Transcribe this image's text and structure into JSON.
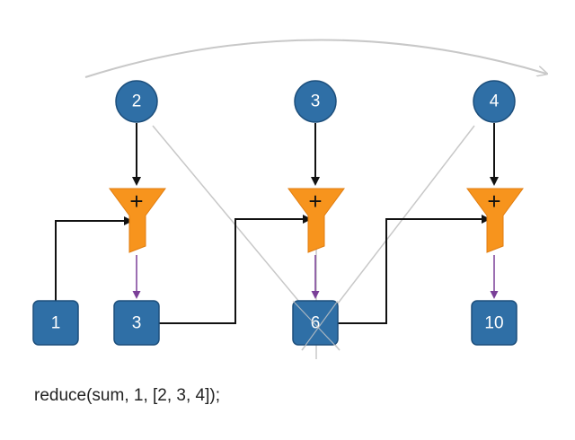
{
  "diagram": {
    "inputs": [
      "2",
      "3",
      "4"
    ],
    "initial": "1",
    "accumulators": [
      "3",
      "6",
      "10"
    ],
    "operator": "+",
    "colors": {
      "node_fill": "#2f6fa6",
      "node_stroke": "#1d4f7c",
      "funnel": "#f7941d",
      "arrow": "#111111",
      "result_arrow": "#7a3f98",
      "guide_line": "#c8c8c8"
    }
  },
  "code": "reduce(sum, 1, [2, 3, 4]);"
}
